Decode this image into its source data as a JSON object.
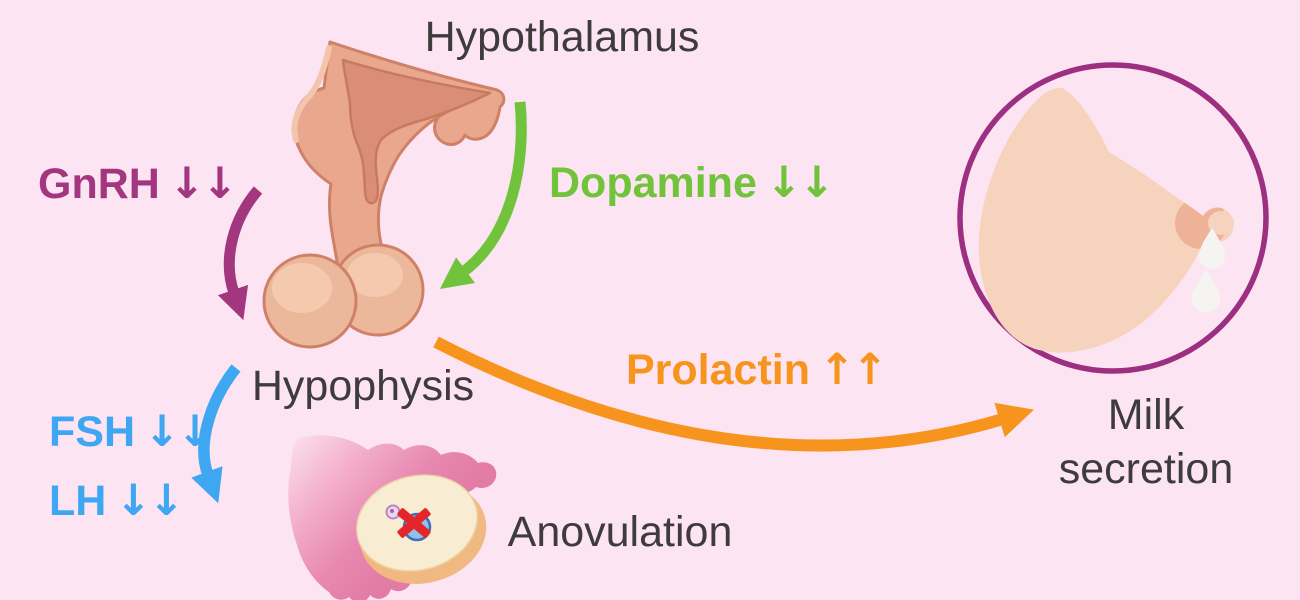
{
  "diagram": {
    "background_color": "#fce4f2",
    "organs": [
      {
        "id": "hypothalamus",
        "label": "Hypothalamus"
      },
      {
        "id": "hypophysis",
        "label": "Hypophysis"
      }
    ],
    "hormones": [
      {
        "id": "gnrh",
        "name": "GnRH",
        "arrows": "↓↓",
        "color": "#a23780"
      },
      {
        "id": "dopamine",
        "name": "Dopamine",
        "arrows": "↓↓",
        "color": "#72c33c"
      },
      {
        "id": "fsh",
        "name": "FSH",
        "arrows": "↓↓",
        "color": "#3fa7f2"
      },
      {
        "id": "lh",
        "name": "LH",
        "arrows": "↓↓",
        "color": "#3fa7f2"
      },
      {
        "id": "prolactin",
        "name": "Prolactin",
        "arrows": "↑↑",
        "color": "#f7941d"
      }
    ],
    "outcomes": [
      {
        "id": "milk-secretion",
        "line1": "Milk",
        "line2": "secretion"
      },
      {
        "id": "anovulation",
        "label": "Anovulation"
      }
    ],
    "style_colors": {
      "text_dark": "#3e3b3d",
      "circle_outline": "#9c2f80",
      "organ_skin": "#e9a78e",
      "breast_skin": "#f6d3bd",
      "ovary_cream": "#f8edd2",
      "fimbria_pink": "#e27ba6"
    }
  }
}
